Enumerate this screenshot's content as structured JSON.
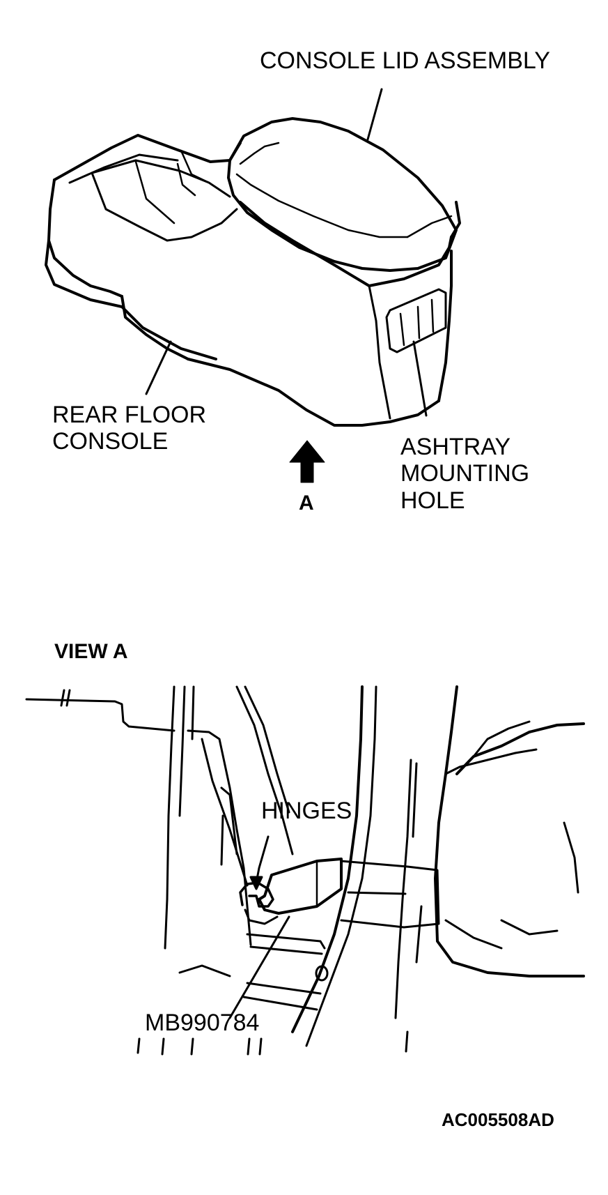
{
  "labels": {
    "console_lid_assembly": "CONSOLE LID ASSEMBLY",
    "rear_floor_console_line1": "REAR FLOOR",
    "rear_floor_console_line2": "CONSOLE",
    "ashtray_line1": "ASHTRAY",
    "ashtray_line2": "MOUNTING",
    "ashtray_line3": "HOLE",
    "arrow_letter": "A",
    "view_a": "VIEW A",
    "hinges": "HINGES",
    "tool_number": "MB990784",
    "figure_code": "AC005508AD"
  },
  "icons": {
    "view_arrow": "up-arrow-icon"
  },
  "colors": {
    "line": "#000000",
    "background": "#ffffff"
  }
}
